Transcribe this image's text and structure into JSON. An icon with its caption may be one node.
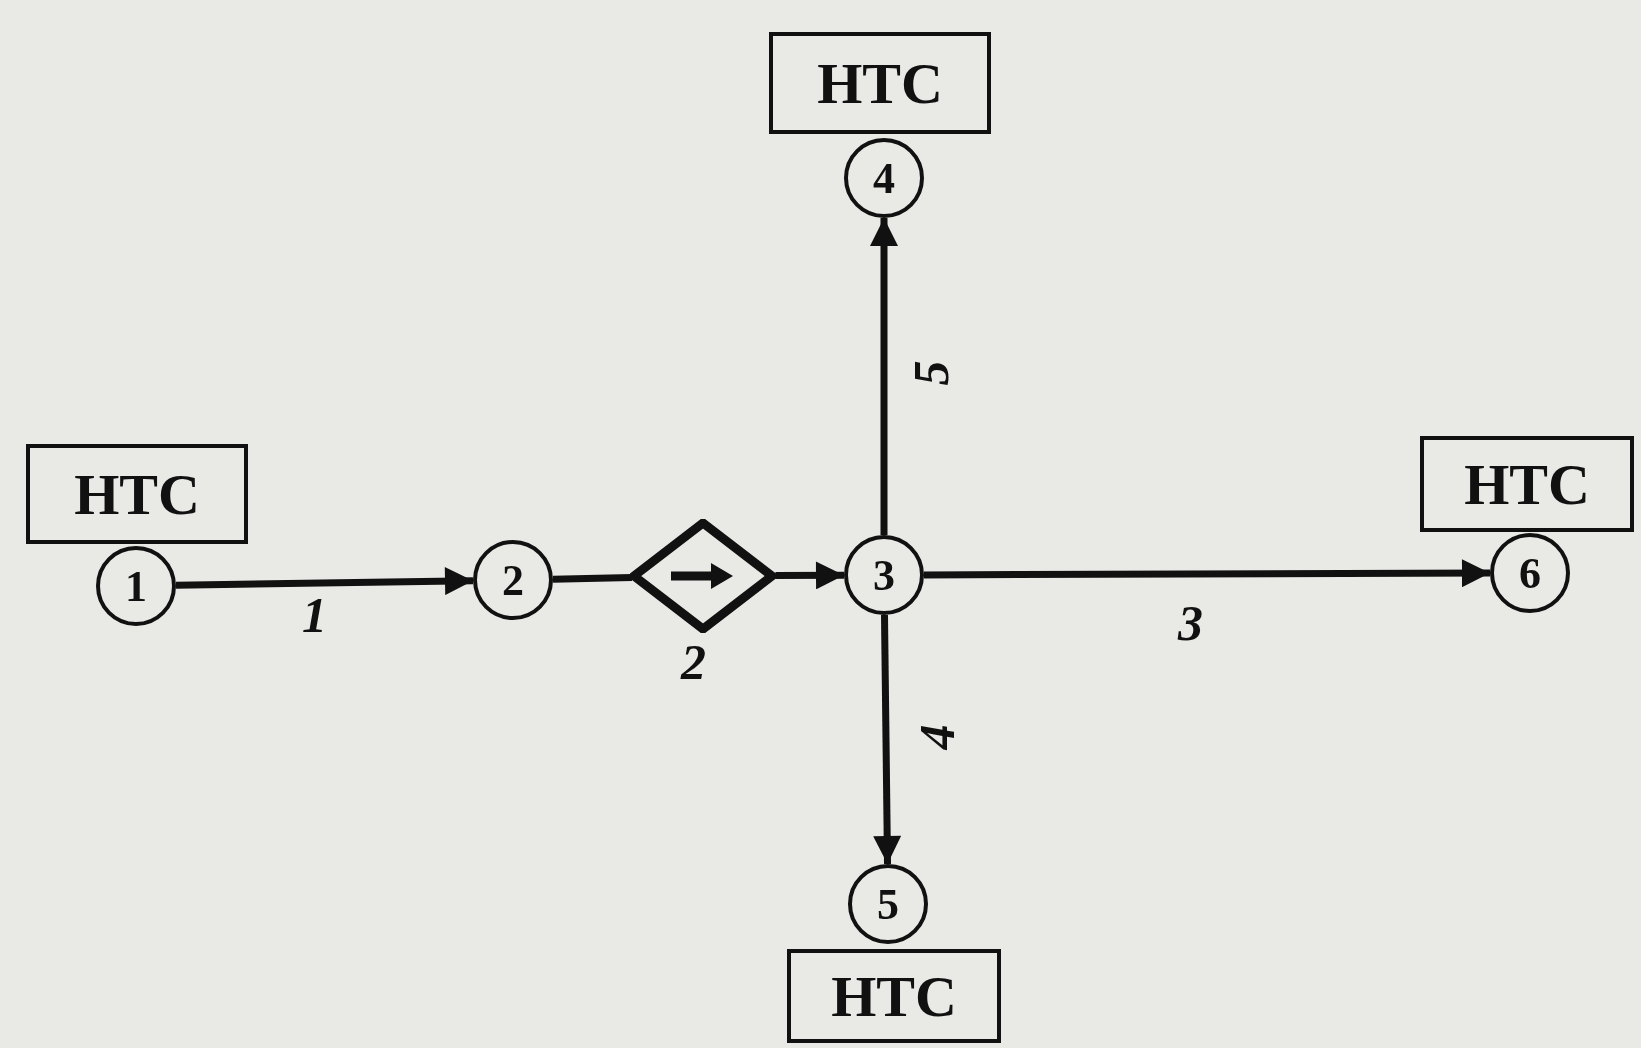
{
  "diagram": {
    "nodes": [
      {
        "text": [
          "НТС"
        ]
      },
      {
        "text": [
          "4"
        ]
      },
      {
        "text": [
          "НТС"
        ]
      },
      {
        "text": [
          "НТС"
        ]
      },
      {
        "text": [
          "1"
        ]
      },
      {
        "text": [
          "2"
        ]
      },
      {
        "text": [],
        "shape": "diamond",
        "beside": [
          "2"
        ]
      },
      {
        "text": [
          "3"
        ]
      },
      {
        "text": [
          "6"
        ]
      },
      {
        "text": [
          "5"
        ]
      },
      {
        "text": [
          "НТС"
        ]
      }
    ],
    "edges": [
      {
        "from": 4,
        "to": 5,
        "arrow": "to",
        "label": "1"
      },
      {
        "from": 5,
        "to": 6,
        "arrow": "none"
      },
      {
        "from": 6,
        "to": 7,
        "arrow": "to"
      },
      {
        "from": 7,
        "to": 8,
        "arrow": "to",
        "label": "3"
      },
      {
        "from": 7,
        "to": 1,
        "arrow": "to",
        "label": "5"
      },
      {
        "from": 7,
        "to": 9,
        "arrow": "to",
        "label": "4"
      }
    ]
  }
}
